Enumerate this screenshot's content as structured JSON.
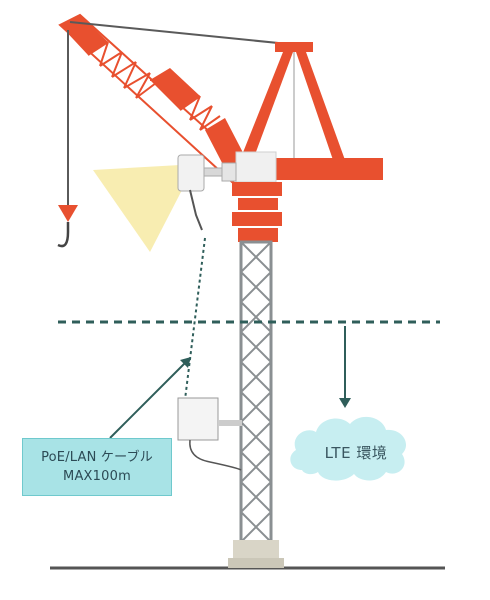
{
  "cable_label": {
    "line1": "PoE/LAN ケーブル",
    "line2": "MAX100m"
  },
  "lte_label": "LTE 環境",
  "colors": {
    "crane_orange": "#e8502f",
    "crane_white": "#ffffff",
    "mast_gray": "#8a8f92",
    "dashed_line": "#2f5e5a",
    "cloud": "#c7eef1",
    "label_bg": "#a8e3e6",
    "light_beam": "#f7eba9",
    "ground": "#555555"
  },
  "icons": [
    "crane",
    "camera-unit",
    "floodlight",
    "router-box",
    "cloud",
    "hook"
  ]
}
